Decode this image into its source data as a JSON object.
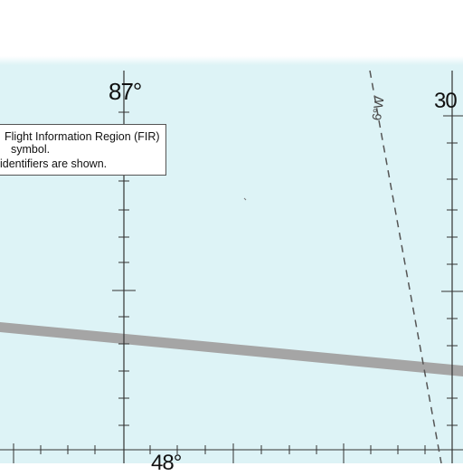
{
  "map": {
    "longitude_label": "87°",
    "latitude_label_right": "30",
    "latitude_label_bottom": "48°",
    "isogonic_label": "6°W",
    "note": {
      "line1": "Flight Information Region (FIR)",
      "line2": "symbol.",
      "line3": "identifiers are shown."
    },
    "colors": {
      "water": "#ddf3f6",
      "boundary_band": "#a5a5a5",
      "grid": "#333333"
    }
  }
}
